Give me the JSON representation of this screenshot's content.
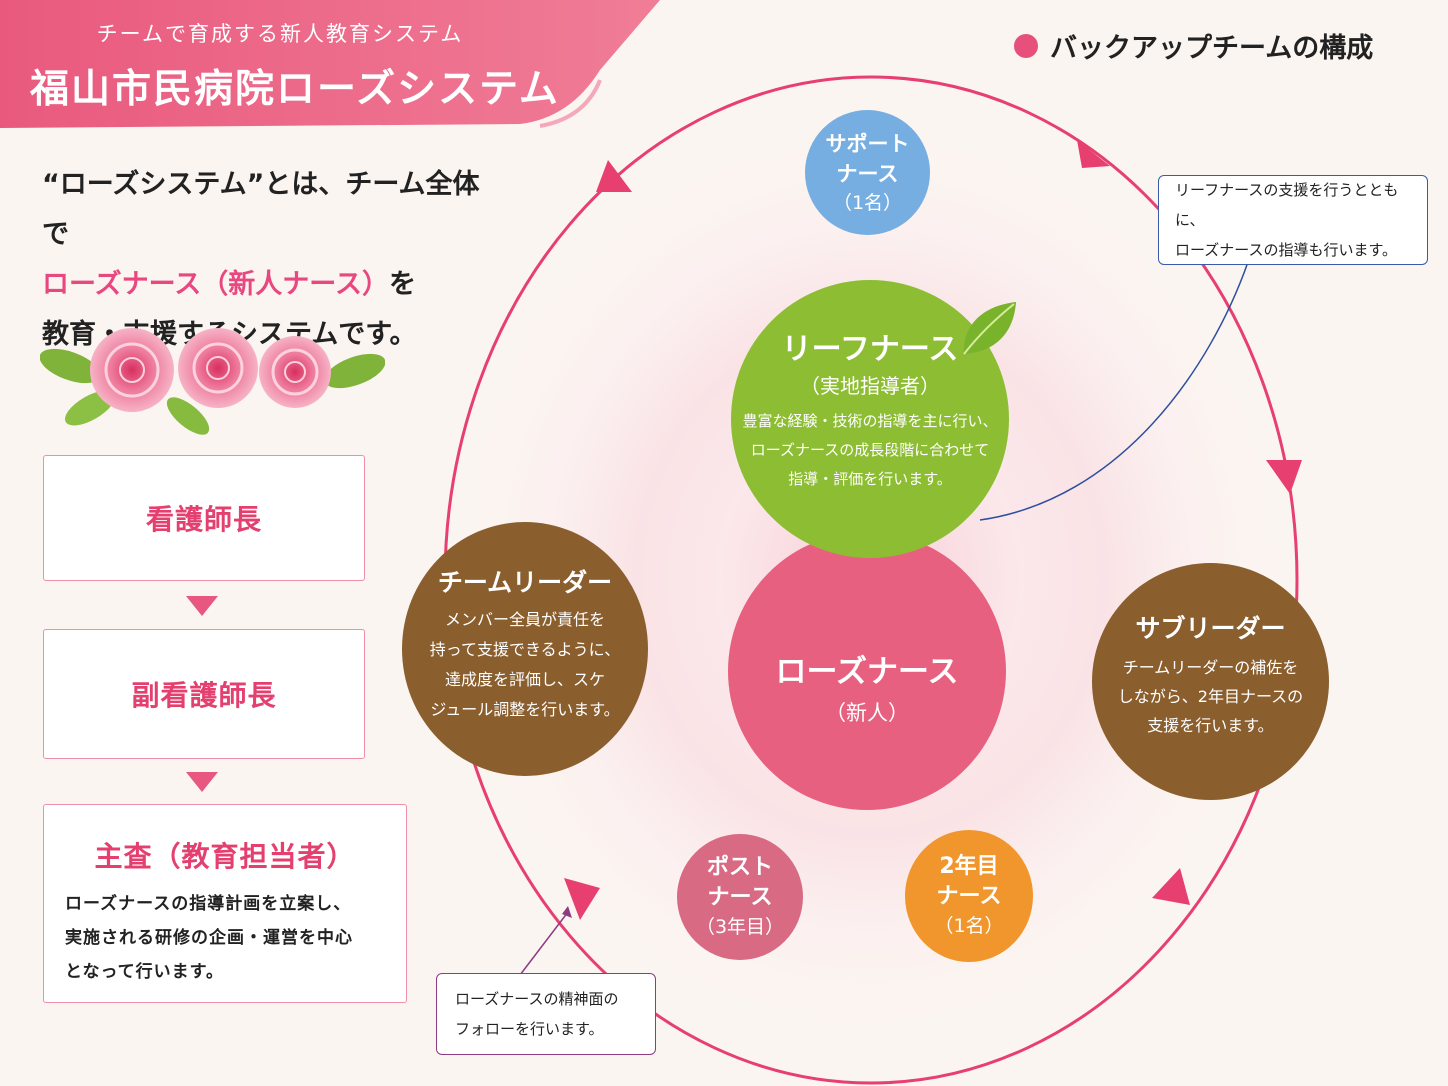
{
  "header": {
    "subtitle": "チームで育成する新人教育システム",
    "title": "福山市民病院ローズシステム"
  },
  "legend": {
    "label": "バックアップチームの構成"
  },
  "intro": {
    "line1": "“ローズシステム”とは、チーム全体で",
    "line2_pink": "ローズナース（新人ナース）",
    "line2_rest": "を",
    "line3": "教育・支援するシステムです。"
  },
  "hierarchy": {
    "head_nurse": "看護師長",
    "deputy_head_nurse": "副看護師長",
    "chief": {
      "title": "主査（教育担当者）",
      "desc_lines": [
        "ローズナースの指導計画を立案し、",
        "実施される研修の企画・運営を中心",
        "となって行います。"
      ]
    }
  },
  "circles": {
    "support": {
      "lines": [
        "サポート",
        "ナース",
        "（1名）"
      ]
    },
    "leaf": {
      "title": "リーフナース",
      "sub": "（実地指導者）",
      "desc_lines": [
        "豊富な経験・技術の指導を主に行い、",
        "ローズナースの成長段階に合わせて",
        "指導・評価を行います。"
      ]
    },
    "rose": {
      "title": "ローズナース",
      "sub": "（新人）"
    },
    "team_leader": {
      "title": "チームリーダー",
      "desc_lines": [
        "メンバー全員が責任を",
        "持って支援できるように、",
        "達成度を評価し、スケ",
        "ジュール調整を行います。"
      ]
    },
    "sub_leader": {
      "title": "サブリーダー",
      "desc_lines": [
        "チームリーダーの補佐を",
        "しながら、2年目ナースの",
        "支援を行います。"
      ]
    },
    "post": {
      "lines": [
        "ポスト",
        "ナース",
        "（3年目）"
      ]
    },
    "second_year": {
      "lines": [
        "2年目",
        "ナース",
        "（1名）"
      ]
    }
  },
  "notes": {
    "leaf_note": [
      "リーフナースの支援を行うとともに、",
      "ローズナースの指導も行います。"
    ],
    "mental_note": [
      "ローズナースの精神面の",
      "フォローを行います。"
    ]
  },
  "colors": {
    "rose": "#e8607f",
    "leaf": "#8dbd33",
    "brown": "#8b5e2e",
    "support": "#76aee2",
    "post": "#d86a84",
    "second_year": "#f0962c",
    "ring": "#e63f70"
  },
  "icons": [
    "roses-decoration",
    "leaf-icon",
    "legend-dot"
  ]
}
